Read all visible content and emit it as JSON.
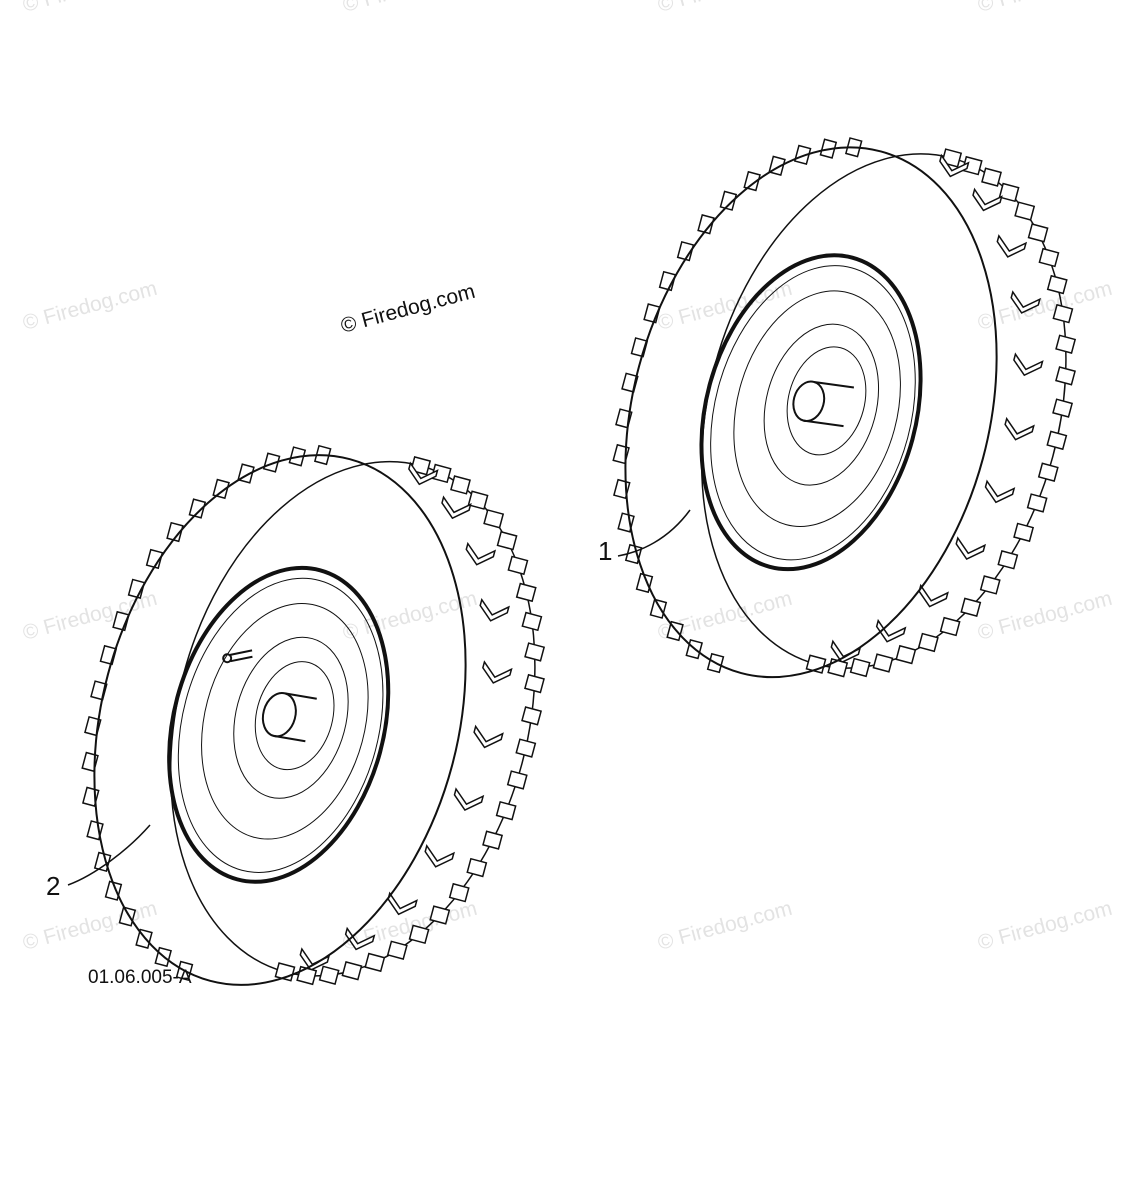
{
  "watermark": {
    "text": "© Firedog.com",
    "color": "#e3e3e3"
  },
  "copyright": {
    "text": "© Firedog.com"
  },
  "callouts": [
    {
      "number": "1"
    },
    {
      "number": "2"
    }
  ],
  "figure_code": "01.06.005-A",
  "parts": [
    {
      "callout": "1",
      "icon": "tire-wheel-assembly-icon"
    },
    {
      "callout": "2",
      "icon": "tire-wheel-assembly-with-valve-icon"
    }
  ],
  "colors": {
    "line": "#111111",
    "background": "#ffffff"
  }
}
